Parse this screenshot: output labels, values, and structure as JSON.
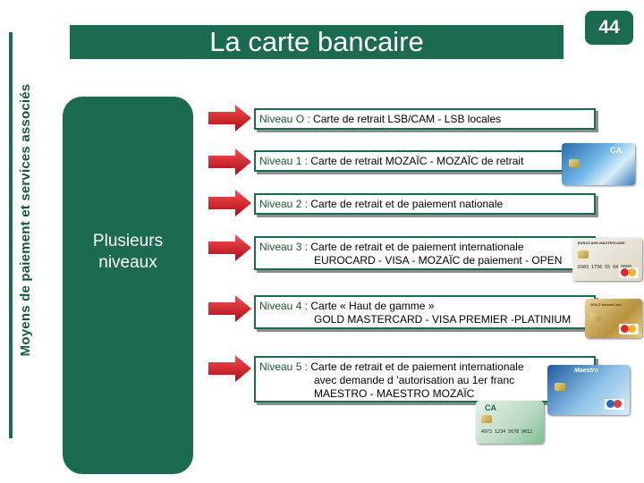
{
  "sidebar": {
    "label": "Moyens de paiement et services associés"
  },
  "header": {
    "title": "La carte bancaire",
    "page_number": "44"
  },
  "panel": {
    "label_line1": "Plusieurs",
    "label_line2": "niveaux"
  },
  "levels": [
    {
      "label": "Niveau O :",
      "lines": [
        "Carte de retrait LSB/CAM - LSB locales"
      ]
    },
    {
      "label": "Niveau 1 :",
      "lines": [
        "Carte de retrait MOZAÏC - MOZAÏC de retrait"
      ]
    },
    {
      "label": "Niveau 2 :",
      "lines": [
        "Carte de retrait et de paiement nationale"
      ]
    },
    {
      "label": "Niveau 3 :",
      "lines": [
        "Carte de retrait et de paiement internationale",
        "EUROCARD - VISA - MOZAÏC de paiement - OPEN"
      ]
    },
    {
      "label": "Niveau 4 :",
      "lines": [
        "Carte « Haut de gamme »",
        "GOLD MASTERCARD - VISA PREMIER -PLATINIUM"
      ]
    },
    {
      "label": "Niveau 5 :",
      "lines": [
        "Carte de retrait et de paiement internationale",
        "avec demande d ’autorisation au 1er franc",
        "MAESTRO - MAESTRO MOZAÏC"
      ]
    }
  ],
  "colors": {
    "primary": "#1a6b4f",
    "arrow_red": "#c8102e",
    "shadow": "#8e8e8e"
  },
  "cards": {
    "mozaic": {
      "brand": "CA"
    },
    "eurocard": {
      "brand": "EUROCARD MASTERCARD",
      "number": "0303 1756 55 04 0000"
    },
    "gold": {
      "brand": "GOLD MasterCard"
    },
    "maestro": {
      "brand": "Maestro"
    },
    "ca_card": {
      "brand": "CA",
      "number": "4973 1234 5678 9012"
    }
  }
}
